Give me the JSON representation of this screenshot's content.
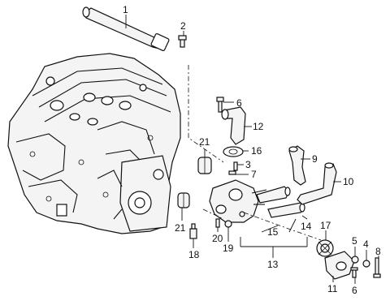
{
  "callouts": {
    "c1": "1",
    "c2": "2",
    "c3": "3",
    "c4": "4",
    "c5": "5",
    "c6a": "6",
    "c6b": "6",
    "c7": "7",
    "c8": "8",
    "c9": "9",
    "c10": "10",
    "c11": "11",
    "c12": "12",
    "c13": "13",
    "c14": "14",
    "c15": "15",
    "c16": "16",
    "c17": "17",
    "c18": "18",
    "c19": "19",
    "c20": "20",
    "c21a": "21",
    "c21b": "21"
  },
  "colors": {
    "line": "#111111",
    "background": "#ffffff",
    "fill": "#f4f4f4"
  }
}
